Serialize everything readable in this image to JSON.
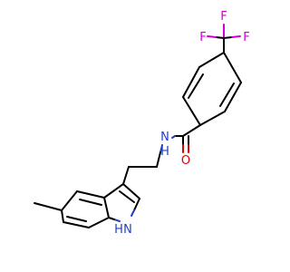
{
  "atoms": {
    "f_top": "F",
    "f_left": "F",
    "f_right": "F",
    "amide_n": "N",
    "amide_h": "H",
    "carbonyl_o": "O",
    "indole_h": "H",
    "indole_n": "N"
  },
  "colors": {
    "bond": "#000000",
    "nitrogen": "#2040c8",
    "oxygen": "#e00000",
    "fluorine": "#d000d0"
  }
}
